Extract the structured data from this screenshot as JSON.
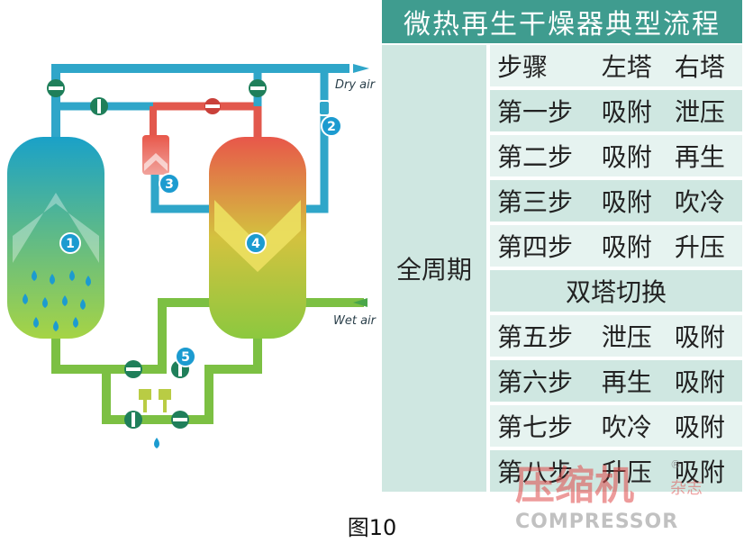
{
  "diagram": {
    "dry_air_label": "Dry air",
    "wet_air_label": "Wet air",
    "markers": [
      "1",
      "2",
      "3",
      "4",
      "5"
    ],
    "colors": {
      "pipe_blue": "#2fa6c9",
      "pipe_red": "#e2584d",
      "pipe_green": "#7cc043",
      "tower_left_top": "#1aa1c8",
      "tower_left_bottom": "#a6d445",
      "tower_right_top": "#e8574a",
      "tower_right_bottom": "#a9d447",
      "valve": "#1f7f5a"
    }
  },
  "table": {
    "title": "微热再生干燥器典型流程",
    "cycle_label": "全周期",
    "header": [
      "步骤",
      "左塔",
      "右塔"
    ],
    "rows_first": [
      [
        "第一步",
        "吸附",
        "泄压"
      ],
      [
        "第二步",
        "吸附",
        "再生"
      ],
      [
        "第三步",
        "吸附",
        "吹冷"
      ],
      [
        "第四步",
        "吸附",
        "升压"
      ]
    ],
    "switch_label": "双塔切换",
    "rows_second": [
      [
        "第五步",
        "泄压",
        "吸附"
      ],
      [
        "第六步",
        "再生",
        "吸附"
      ],
      [
        "第七步",
        "吹冷",
        "吸附"
      ],
      [
        "第八步",
        "升压",
        "吸附"
      ]
    ]
  },
  "watermark": {
    "text": "压缩机",
    "subtext": "COMPRESSOR",
    "side_text": "杂志",
    "registered": "®",
    "color": "#e04a4a"
  },
  "caption": "图10"
}
